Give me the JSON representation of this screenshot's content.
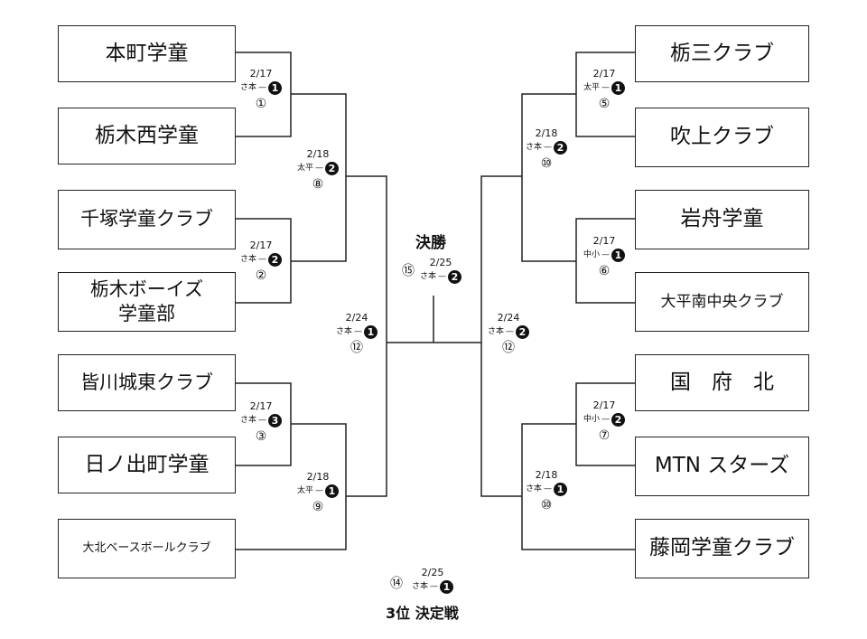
{
  "teams": {
    "l1": "本町学童",
    "l2": "栃木西学童",
    "l3": "千塚学童クラブ",
    "l4": "栃木ボーイズ\n学童部",
    "l5": "皆川城東クラブ",
    "l6": "日ノ出町学童",
    "l7": "大北ベースボールクラブ",
    "r1": "栃三クラブ",
    "r2": "吹上クラブ",
    "r3": "岩舟学童",
    "r4": "大平南中央クラブ",
    "r5": "国　府　北",
    "r6": "MTN スターズ",
    "r7": "藤岡学童クラブ"
  },
  "matches": {
    "m1": {
      "date": "2/17",
      "venue": "さ本",
      "court": "1",
      "num": "①"
    },
    "m2": {
      "date": "2/17",
      "venue": "さ本",
      "court": "2",
      "num": "②"
    },
    "m3": {
      "date": "2/17",
      "venue": "さ本",
      "court": "3",
      "num": "③"
    },
    "m5": {
      "date": "2/17",
      "venue": "太平",
      "court": "1",
      "num": "⑤"
    },
    "m6": {
      "date": "2/17",
      "venue": "中小",
      "court": "1",
      "num": "⑥"
    },
    "m7": {
      "date": "2/17",
      "venue": "中小",
      "court": "2",
      "num": "⑦"
    },
    "m8": {
      "date": "2/18",
      "venue": "太平",
      "court": "2",
      "num": "⑧"
    },
    "m9": {
      "date": "2/18",
      "venue": "太平",
      "court": "1",
      "num": "⑨"
    },
    "m10a": {
      "date": "2/18",
      "venue": "さ本",
      "court": "2",
      "num": "⑩"
    },
    "m10b": {
      "date": "2/18",
      "venue": "さ本",
      "court": "1",
      "num": "⑩"
    },
    "m12a": {
      "date": "2/24",
      "venue": "さ本",
      "court": "1",
      "num": "⑫"
    },
    "m12b": {
      "date": "2/24",
      "venue": "さ本",
      "court": "2",
      "num": "⑫"
    },
    "final": {
      "date": "2/25",
      "venue": "さ本",
      "court": "2",
      "num": "⑮"
    },
    "third": {
      "date": "2/25",
      "venue": "さ本",
      "court": "1",
      "num": "⑭"
    }
  },
  "labels": {
    "final_title": "決勝",
    "third_title": "3位 決定戦"
  }
}
